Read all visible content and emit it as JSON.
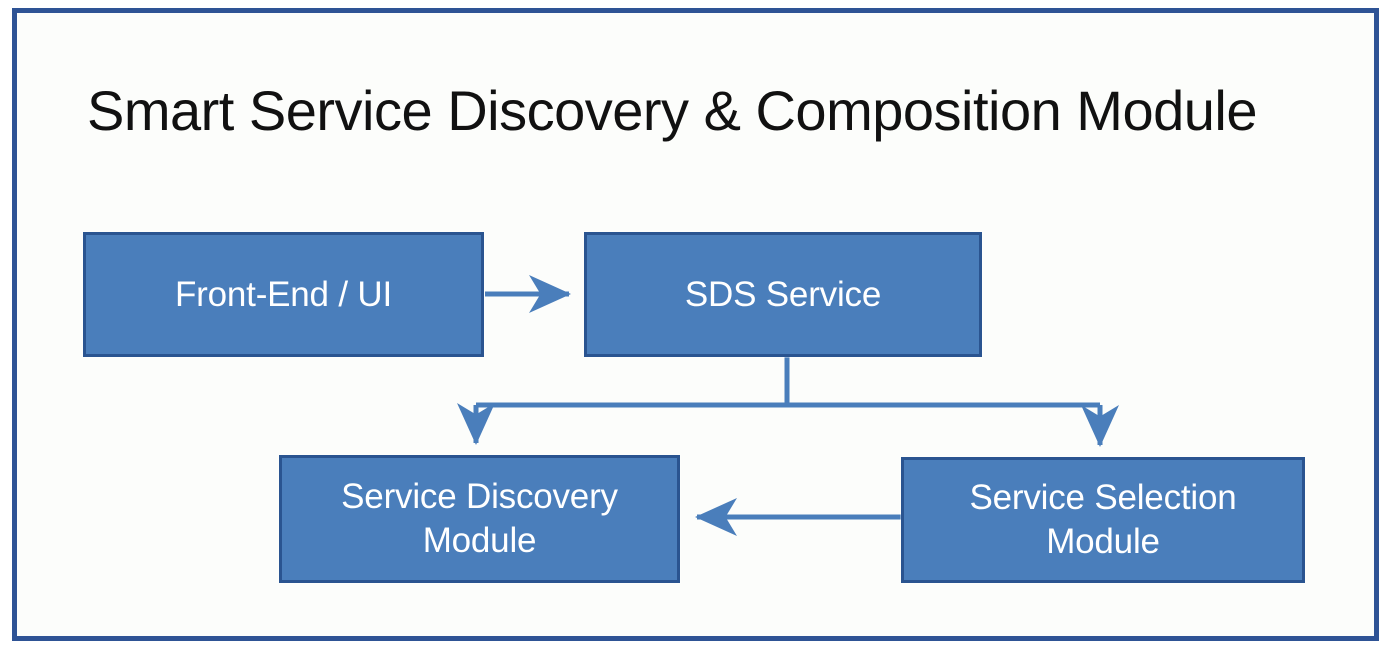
{
  "diagram": {
    "title": "Smart Service Discovery & Composition Module",
    "frame_border_color": "#2E5395",
    "canvas_color": "#FCFDFB",
    "node_fill_color": "#4A7EBB",
    "node_border_color": "#2A5490",
    "node_text_color": "#FFFFFF",
    "connector_color": "#4A7EBB",
    "nodes": [
      {
        "id": "frontend",
        "label": "Front-End / UI"
      },
      {
        "id": "sds",
        "label": "SDS Service"
      },
      {
        "id": "discovery",
        "label": "Service Discovery\nModule"
      },
      {
        "id": "selection",
        "label": "Service Selection\nModule"
      }
    ],
    "connectors": [
      {
        "id": "frontend-to-sds",
        "from": "frontend",
        "to": "sds",
        "direction": "right",
        "label": ""
      },
      {
        "id": "sds-to-discovery",
        "from": "sds",
        "to": "discovery",
        "direction": "down",
        "label": ""
      },
      {
        "id": "sds-to-selection",
        "from": "sds",
        "to": "selection",
        "direction": "down",
        "label": ""
      },
      {
        "id": "selection-to-discovery",
        "from": "selection",
        "to": "discovery",
        "direction": "left",
        "label": ""
      }
    ]
  }
}
